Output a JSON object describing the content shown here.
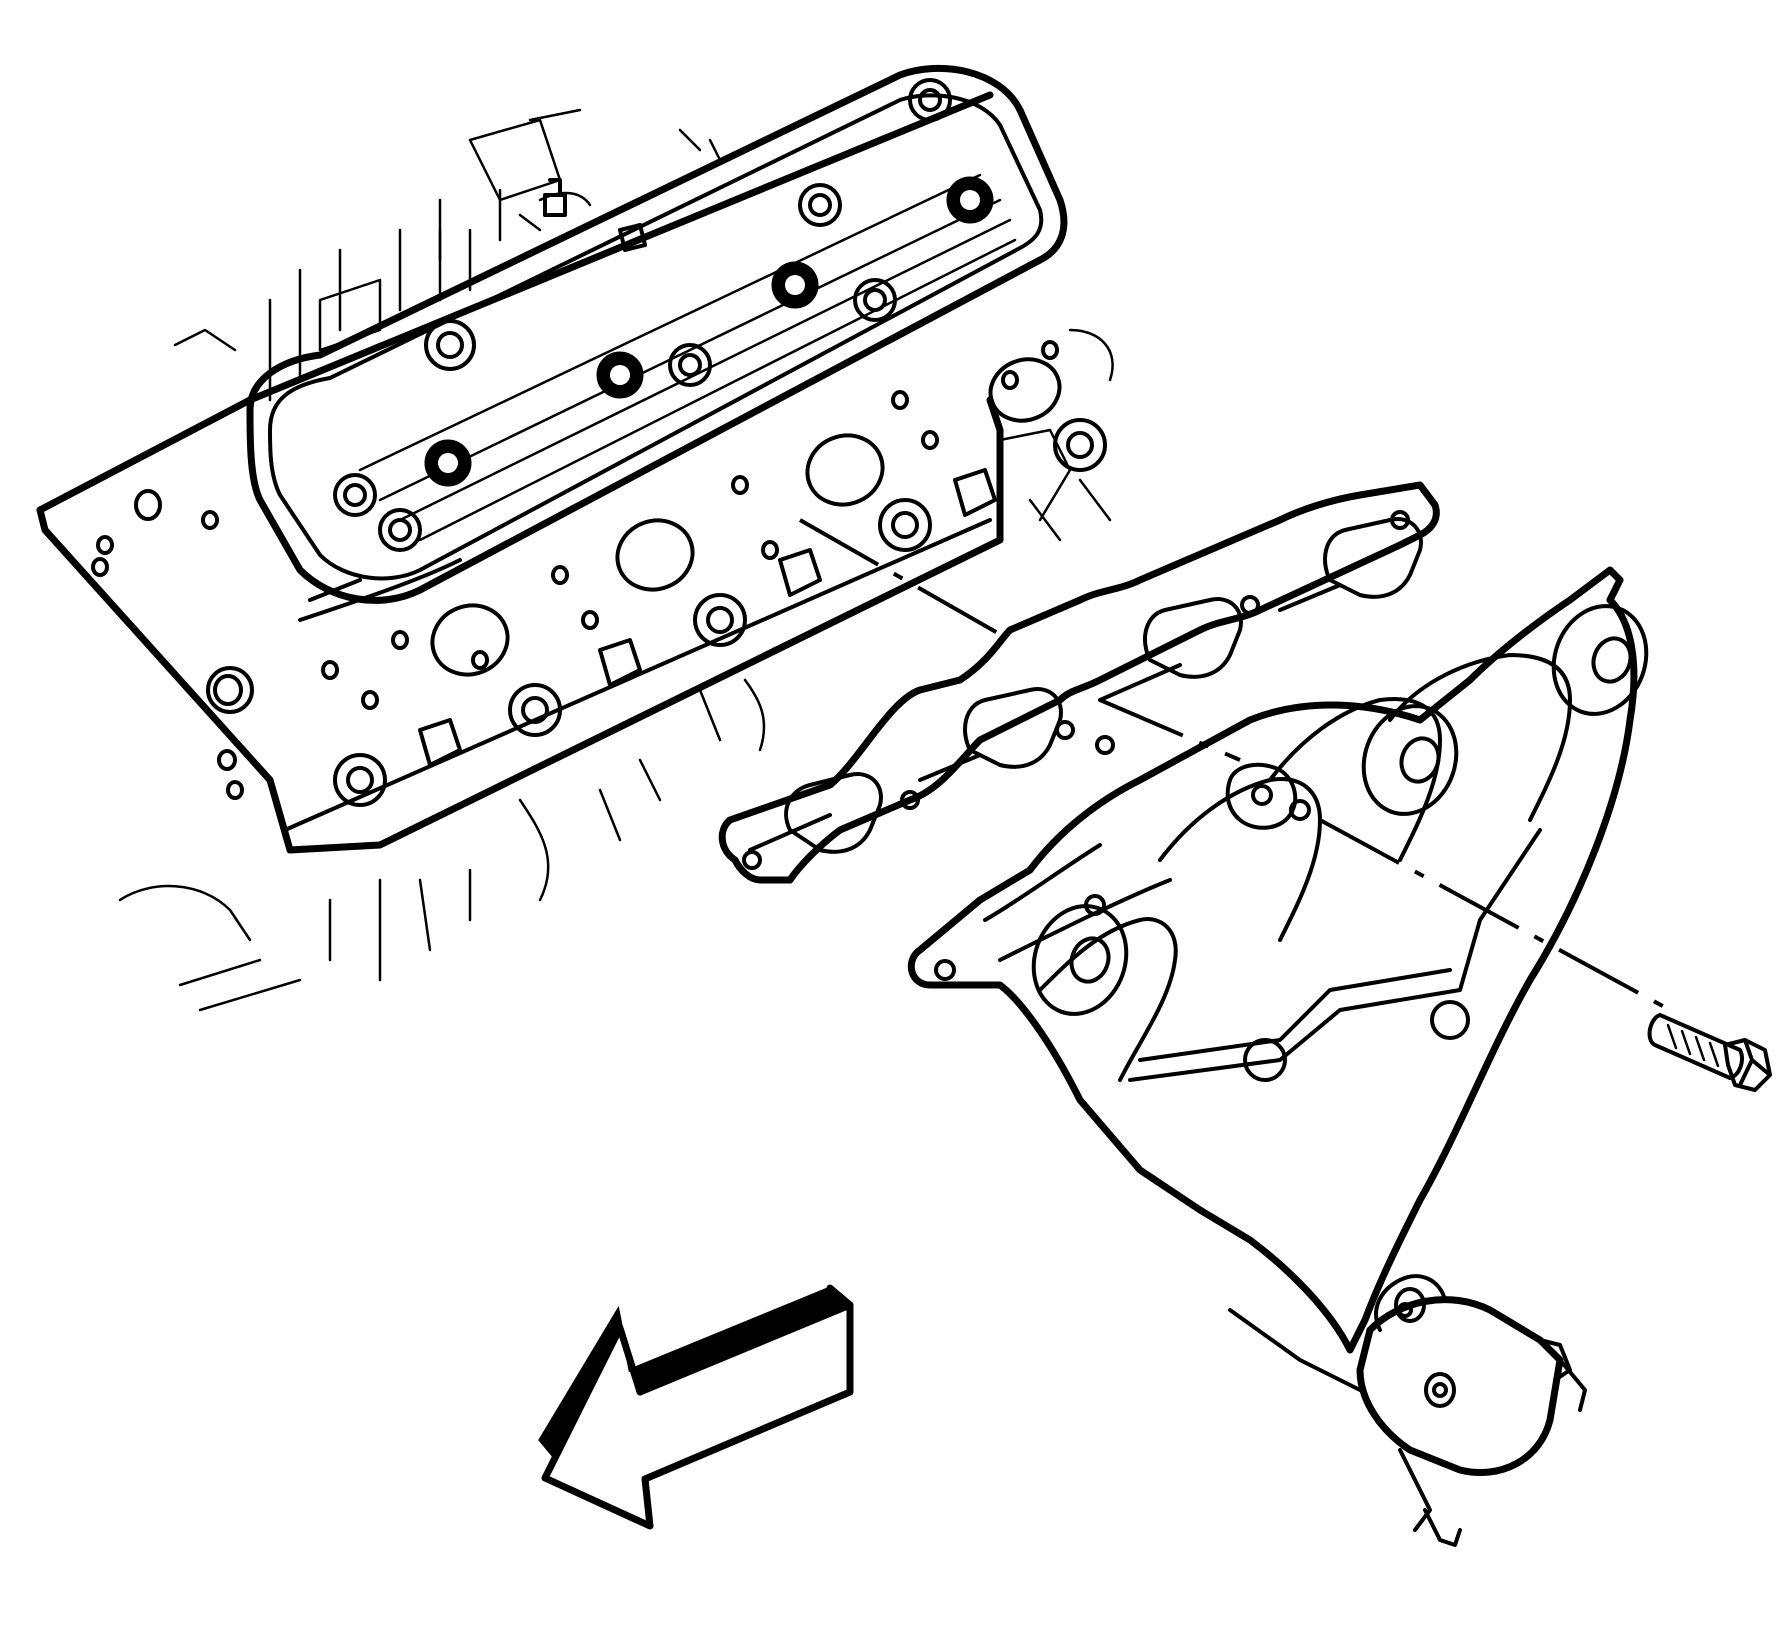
{
  "diagram": {
    "kind": "exploded-assembly-line-art",
    "components": [
      {
        "id": "cylinder-head",
        "icon": "cylinder-head-icon"
      },
      {
        "id": "valve-cover",
        "icon": "valve-cover-icon"
      },
      {
        "id": "exhaust-manifold-gasket",
        "icon": "gasket-icon"
      },
      {
        "id": "exhaust-manifold",
        "icon": "exhaust-manifold-icon"
      },
      {
        "id": "manifold-bolt",
        "icon": "bolt-icon"
      },
      {
        "id": "direction-arrow",
        "icon": "arrow-left-icon"
      }
    ],
    "colors": {
      "ink": "#000000",
      "background": "#ffffff"
    }
  }
}
